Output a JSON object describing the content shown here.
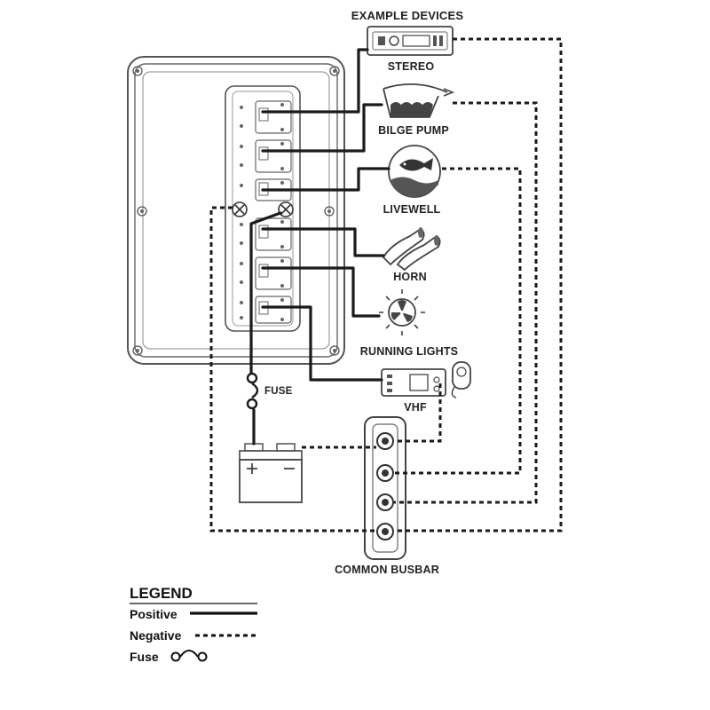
{
  "header": {
    "title": "EXAMPLE DEVICES"
  },
  "devices": {
    "stereo": "STEREO",
    "bilge_pump": "BILGE PUMP",
    "livewell": "LIVEWELL",
    "horn": "HORN",
    "running_lights": "RUNNING LIGHTS",
    "vhf": "VHF"
  },
  "components": {
    "fuse": "FUSE",
    "busbar": "COMMON BUSBAR"
  },
  "legend": {
    "title": "LEGEND",
    "positive": "Positive",
    "negative": "Negative",
    "fuse": "Fuse"
  },
  "colors": {
    "line": "#1a1a1a",
    "outline": "#555555",
    "fill": "#ffffff"
  }
}
